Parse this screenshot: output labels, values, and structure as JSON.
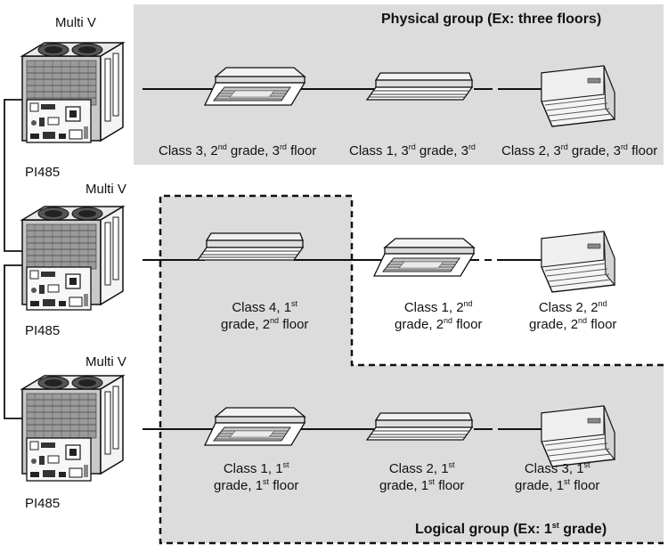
{
  "physical_group": {
    "title_pre": "Physical group (Ex: three floors)"
  },
  "logical_group": {
    "title_pre": "Logical group (Ex: 1",
    "title_sup": "st",
    "title_post": " grade)"
  },
  "outdoor_units": [
    {
      "name": "Multi V",
      "board": "PI485"
    },
    {
      "name": "Multi V",
      "board": "PI485"
    },
    {
      "name": "Multi V",
      "board": "PI485"
    }
  ],
  "row1": [
    {
      "p1": "Class 3, 2",
      "s1": "nd",
      "p2": " grade, 3",
      "s2": "rd",
      "p3": " floor"
    },
    {
      "p1": "Class 1, 3",
      "s1": "rd",
      "p2": " grade, 3",
      "s2": "rd",
      "p3": ""
    },
    {
      "p1": "Class 2, 3",
      "s1": "rd",
      "p2": " grade, 3",
      "s2": "rd",
      "p3": " floor"
    }
  ],
  "row2": [
    {
      "a1": "Class 4, 1",
      "as": "st",
      "b1": "grade, 2",
      "bs": "nd",
      "b2": " floor"
    },
    {
      "a1": "Class 1, 2",
      "as": "nd",
      "b1": "grade, 2",
      "bs": "nd",
      "b2": " floor"
    },
    {
      "a1": "Class 2, 2",
      "as": "nd",
      "b1": "grade, 2",
      "bs": "nd",
      "b2": " floor"
    }
  ],
  "row3": [
    {
      "a1": "Class 1, 1",
      "as": "st",
      "b1": "grade, 1",
      "bs": "st",
      "b2": " floor"
    },
    {
      "a1": "Class 2, 1",
      "as": "st",
      "b1": "grade, 1",
      "bs": "st",
      "b2": " floor"
    },
    {
      "a1": "Class 3, 1",
      "as": "st",
      "b1": "grade, 1",
      "bs": "st",
      "b2": " floor"
    }
  ]
}
